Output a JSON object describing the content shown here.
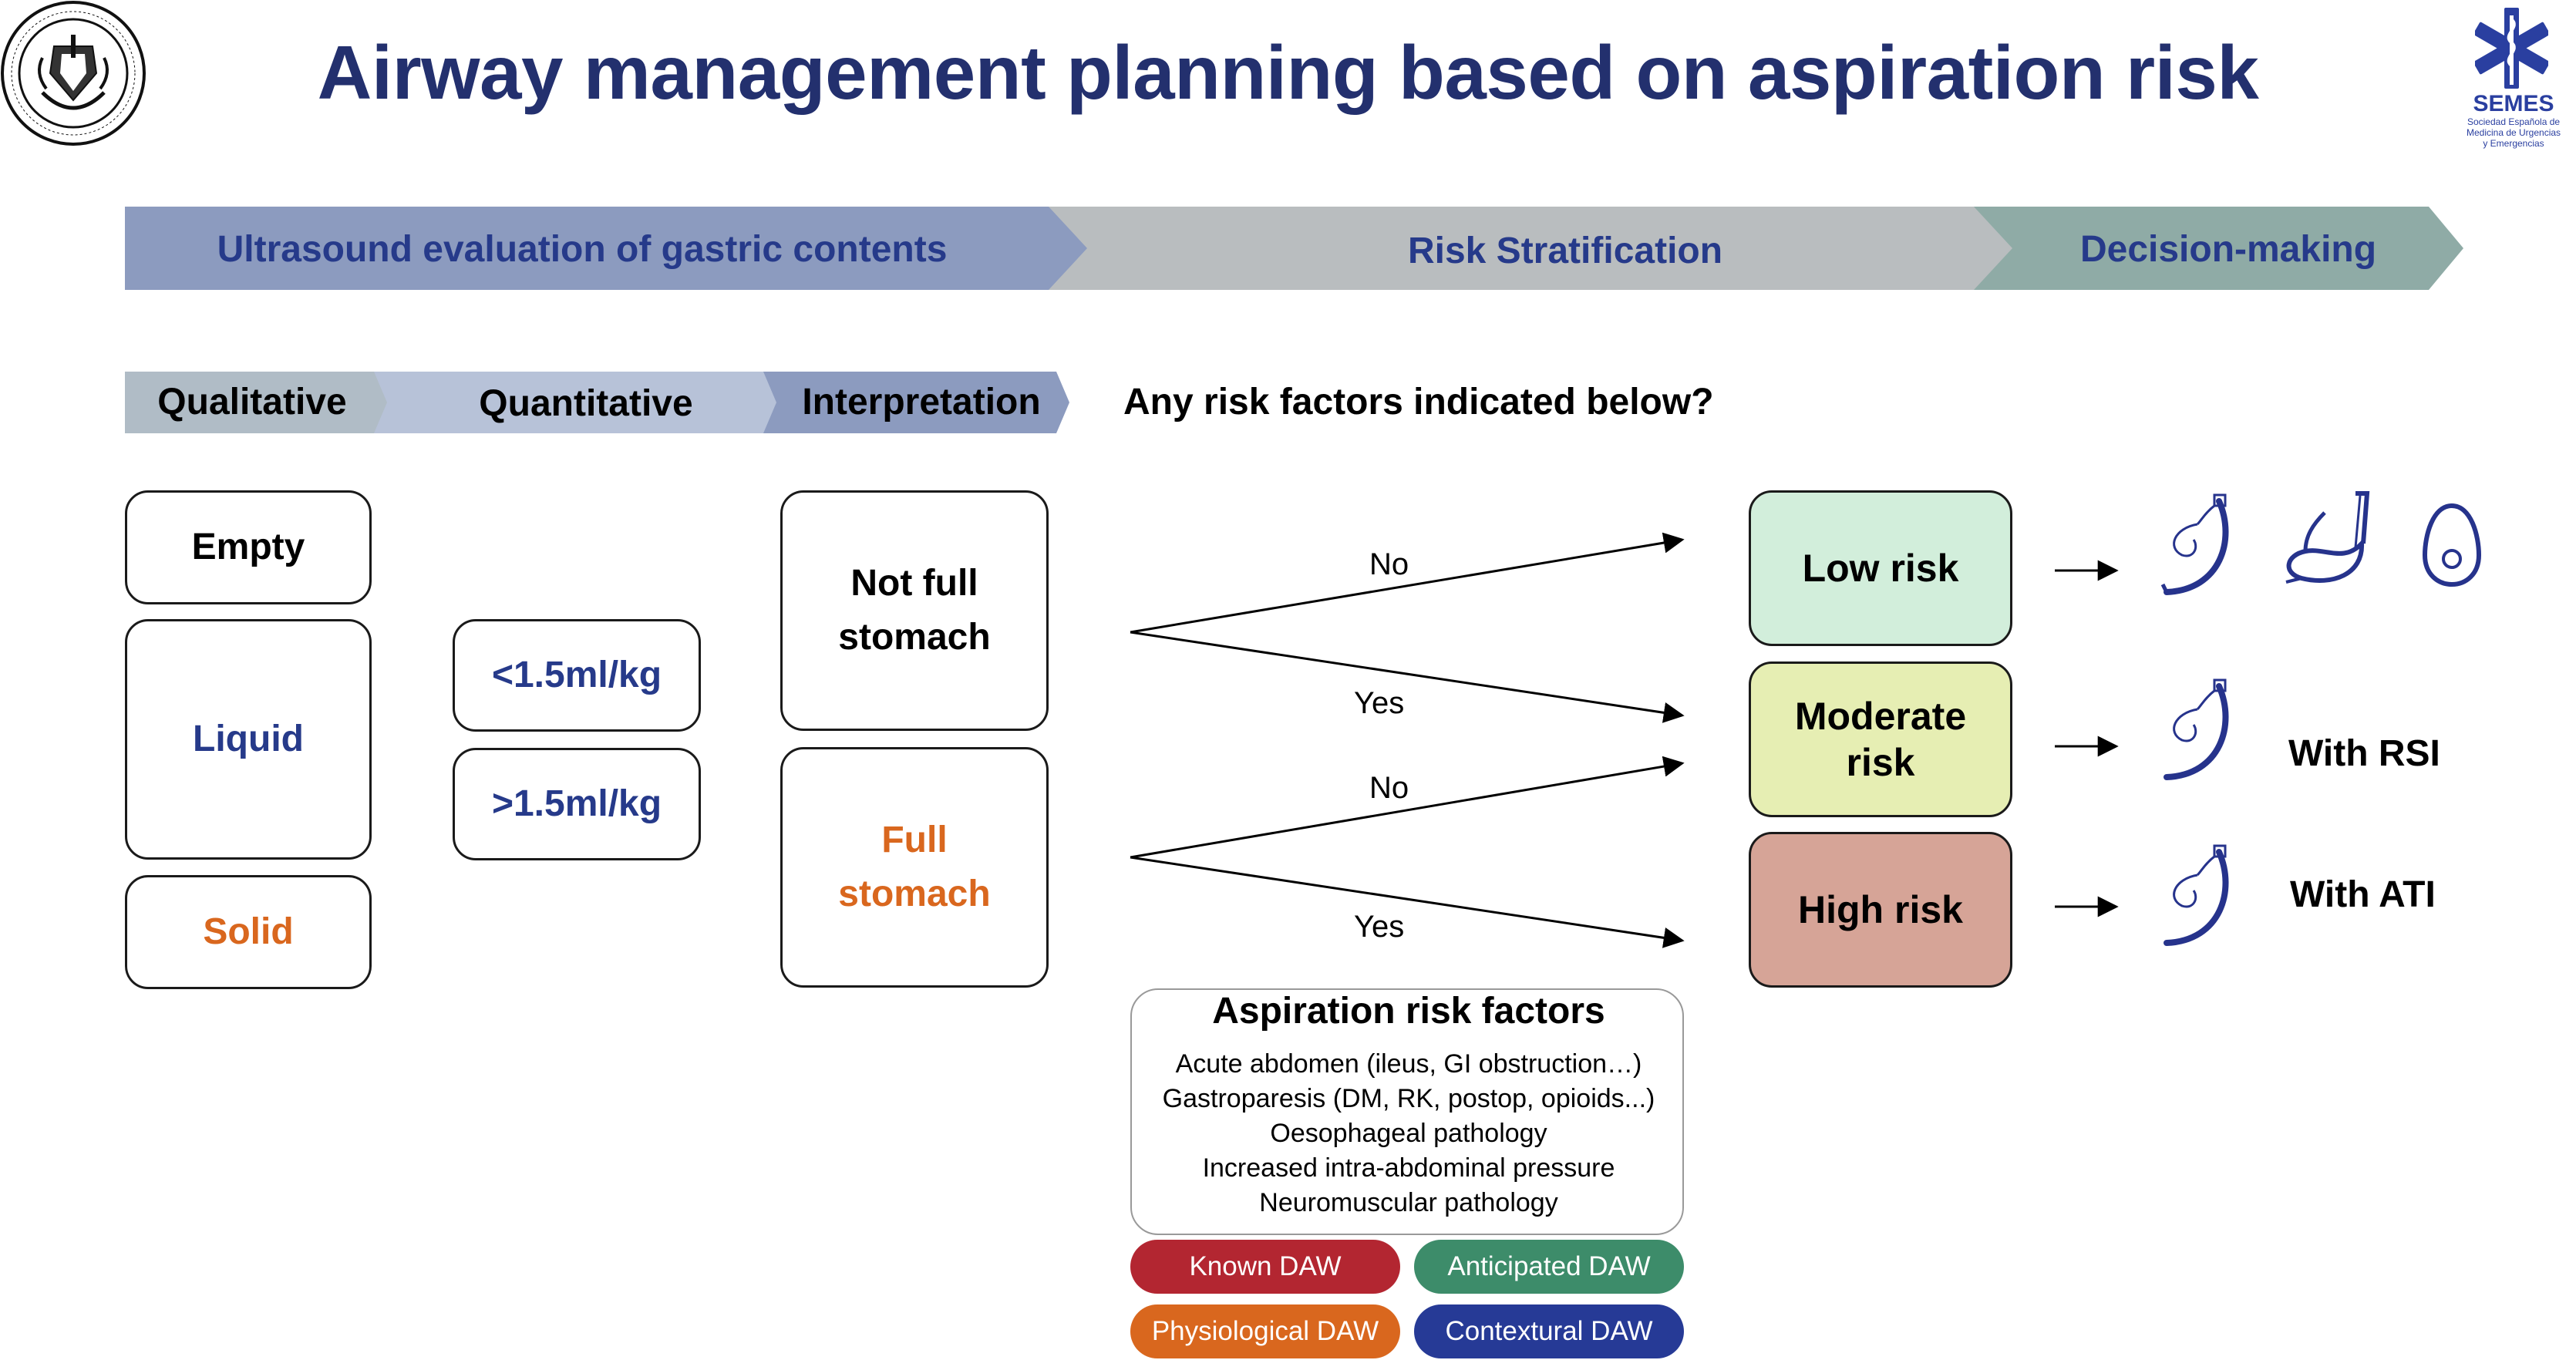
{
  "title": "Airway management planning based on aspiration risk",
  "stages": [
    {
      "label": "Ultrasound evaluation of gastric contents",
      "color": "#8c9bbf"
    },
    {
      "label": "Risk Stratification",
      "color": "#b9bdbf"
    },
    {
      "label": "Decision-making",
      "color": "#8faba6"
    }
  ],
  "substages": [
    "Qualitative",
    "Quantitative",
    "Interpretation"
  ],
  "question": "Any risk factors indicated below?",
  "qualitative": {
    "empty": "Empty",
    "liquid": "Liquid",
    "solid": "Solid"
  },
  "quantitative": {
    "low": "<1.5ml/kg",
    "high": ">1.5ml/kg"
  },
  "interpretation": {
    "not_full_1": "Not full",
    "not_full_2": "stomach",
    "full_1": "Full",
    "full_2": "stomach"
  },
  "edges": {
    "no_top": "No",
    "yes_top": "Yes",
    "no_bottom": "No",
    "yes_bottom": "Yes"
  },
  "risks": {
    "low": "Low risk",
    "moderate_1": "Moderate",
    "moderate_2": "risk",
    "high": "High risk"
  },
  "decisions": {
    "rsi": "With RSI",
    "ati": "With ATI"
  },
  "icons": [
    "endotracheal-tube-icon",
    "supraglottic-device-icon",
    "face-mask-icon"
  ],
  "risk_factors": {
    "title": "Aspiration risk factors",
    "items": [
      "Acute abdomen (ileus, GI obstruction…)",
      "Gastroparesis (DM, RK, postop, opioids...)",
      "Oesophageal pathology",
      "Increased intra-abdominal pressure",
      "Neuromuscular pathology"
    ]
  },
  "daw": {
    "known": "Known DAW",
    "anticipated": "Anticipated DAW",
    "physiological": "Physiological DAW",
    "contextural": "Contextural DAW"
  },
  "logos": {
    "right_name": "SEMES",
    "right_sub_1": "Sociedad Española de",
    "right_sub_2": "Medicina de Urgencias",
    "right_sub_3": "y Emergencias"
  },
  "colors": {
    "title": "#23306e",
    "liquid": "#263a8a",
    "solid": "#d9671e",
    "low_risk": "#d2eedb",
    "moderate_risk": "#e6eeb3",
    "high_risk": "#d6a497",
    "known_daw": "#b32631",
    "anticipated_daw": "#3d8c6a",
    "physiological_daw": "#d9671e",
    "contextural_daw": "#263a96"
  }
}
